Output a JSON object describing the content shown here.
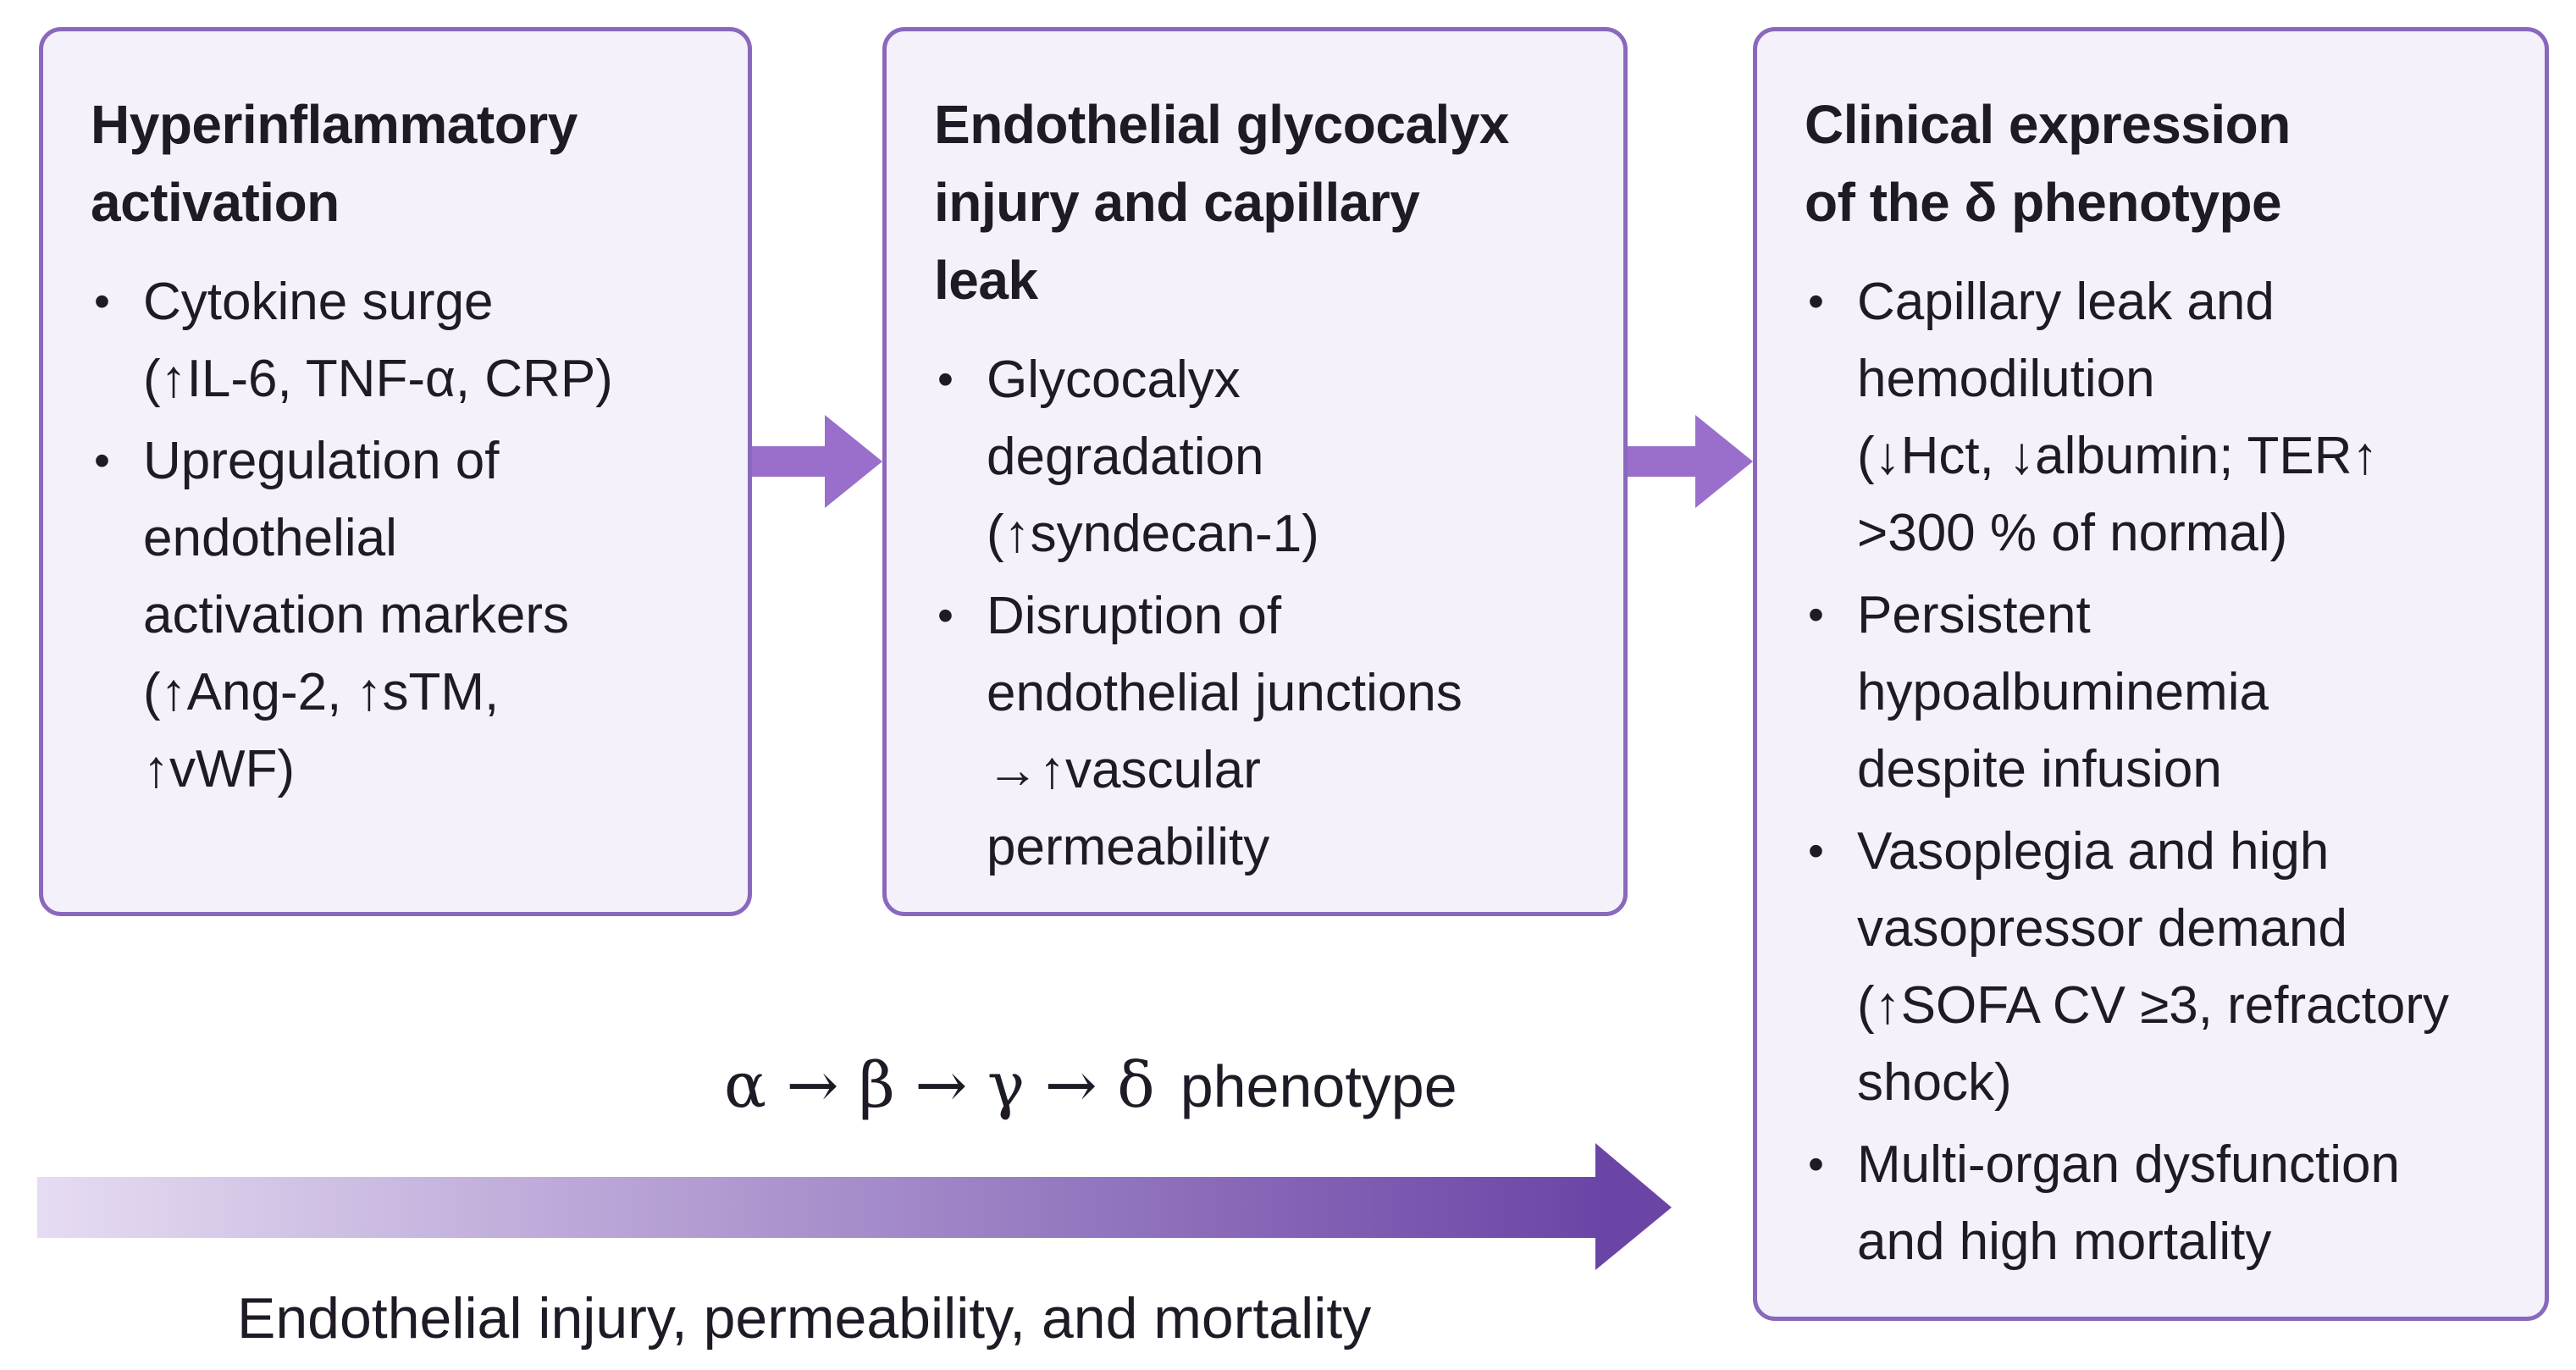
{
  "colors": {
    "box_border": "#8a68bd",
    "box_fill": "#f4f1fa",
    "arrow": "#9a6fcc",
    "gradient_start": "#e6dcf2",
    "gradient_end": "#6b45a6",
    "text": "#1f1a26"
  },
  "boxes": [
    {
      "title": "Hyperinflammatory\nactivation",
      "bullets": [
        "Cytokine surge\n(↑IL-6, TNF-α, CRP)",
        "Upregulation of\nendothelial\nactivation  markers\n(↑Ang-2, ↑sTM,\n↑vWF)"
      ]
    },
    {
      "title": "Endothelial glycocalyx\ninjury and capillary\nleak",
      "bullets": [
        "Glycocalyx\ndegradation\n(↑syndecan-1)",
        "Disruption of\nendothelial junctions\n→↑vascular\npermeability"
      ]
    },
    {
      "title": "Clinical expression\nof the δ phenotype",
      "bullets": [
        "Capillary leak and\nhemodilution\n(↓Hct, ↓albumin; TER↑\n>300 % of normal)",
        "Persistent\nhypoalbuminemia\ndespite infusion",
        "Vasoplegia and high\nvasopressor demand\n(↑SOFA CV ≥3, refractory\nshock)",
        "Multi-organ dysfunction\nand high mortality"
      ]
    }
  ],
  "progression": {
    "sequence": "α → β → γ → δ",
    "suffix": "phenotype"
  },
  "bottom_caption": "Endothelial injury, permeability, and mortality"
}
